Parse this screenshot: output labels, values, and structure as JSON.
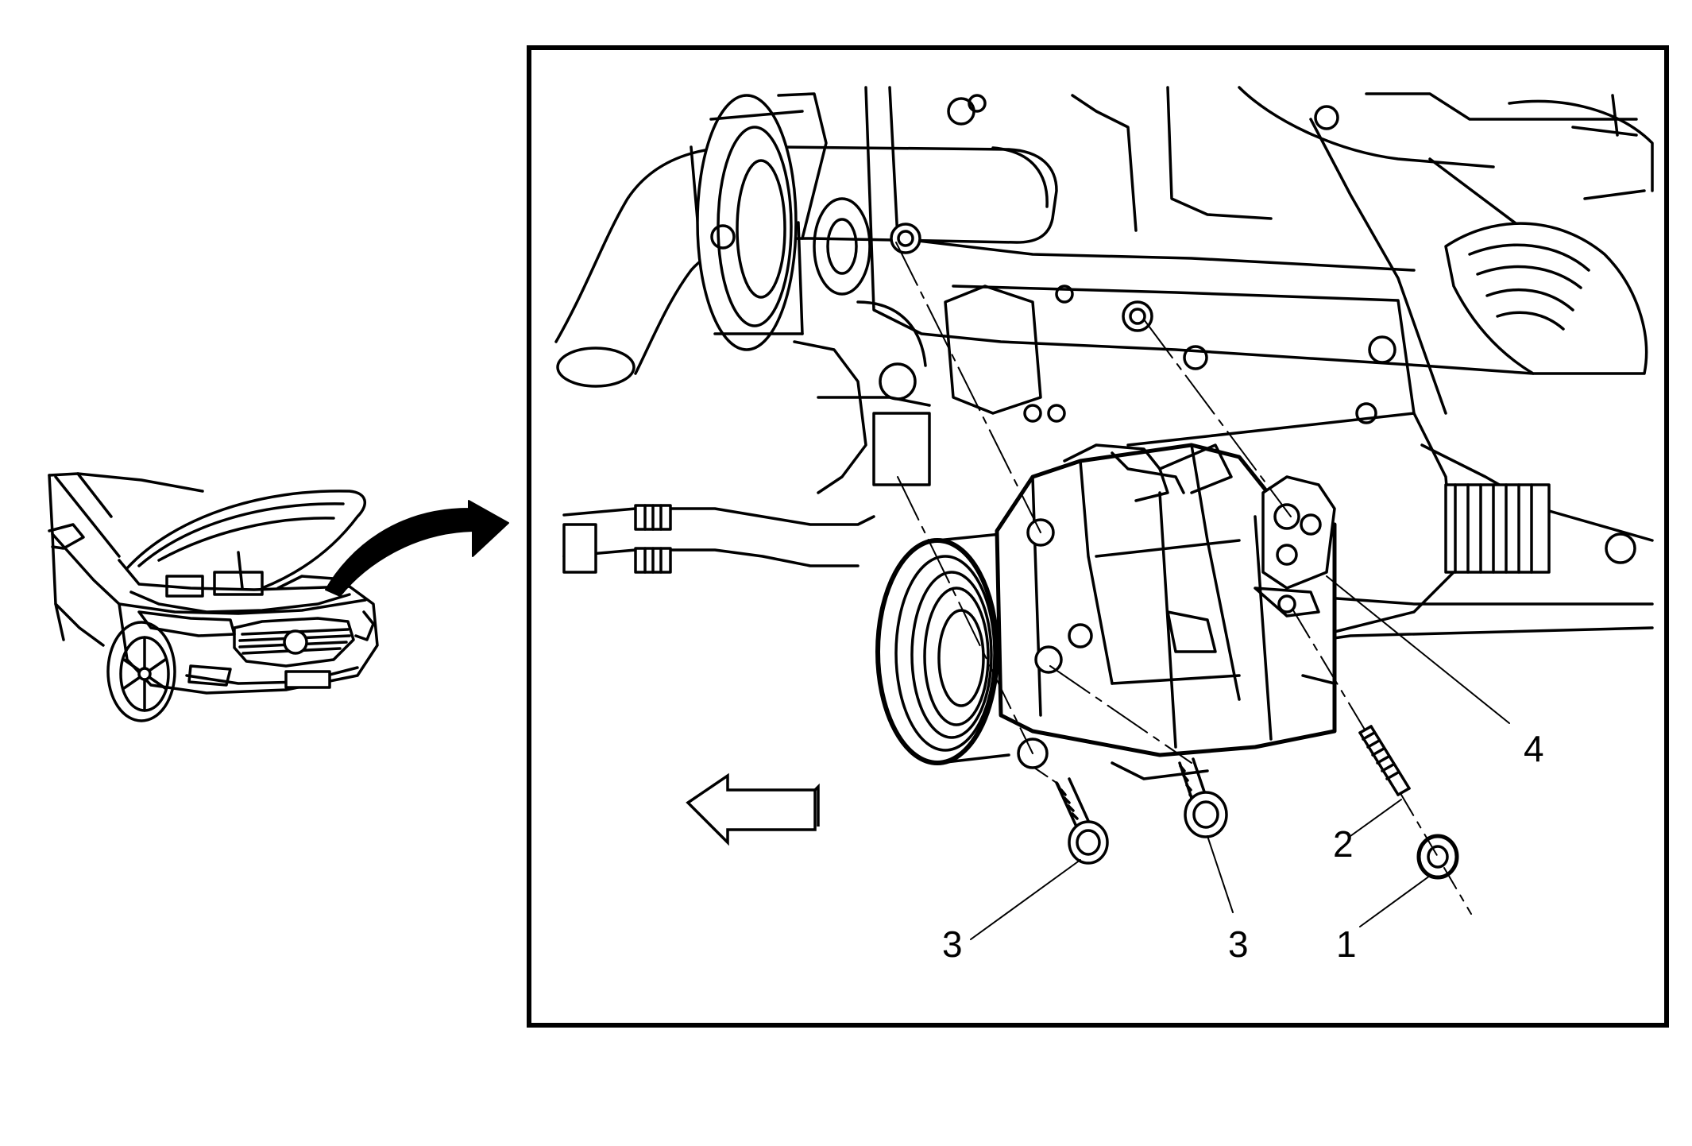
{
  "callouts": [
    {
      "id": "1",
      "label": "1"
    },
    {
      "id": "2",
      "label": "2"
    },
    {
      "id": "3a",
      "label": "3"
    },
    {
      "id": "3b",
      "label": "3"
    },
    {
      "id": "4",
      "label": "4"
    }
  ],
  "icons": {
    "vehicle": "vehicle-hood-open-icon",
    "pointer": "curved-arrow-icon",
    "direction": "front-direction-arrow-icon"
  },
  "colors": {
    "line": "#000000",
    "background": "#ffffff"
  }
}
